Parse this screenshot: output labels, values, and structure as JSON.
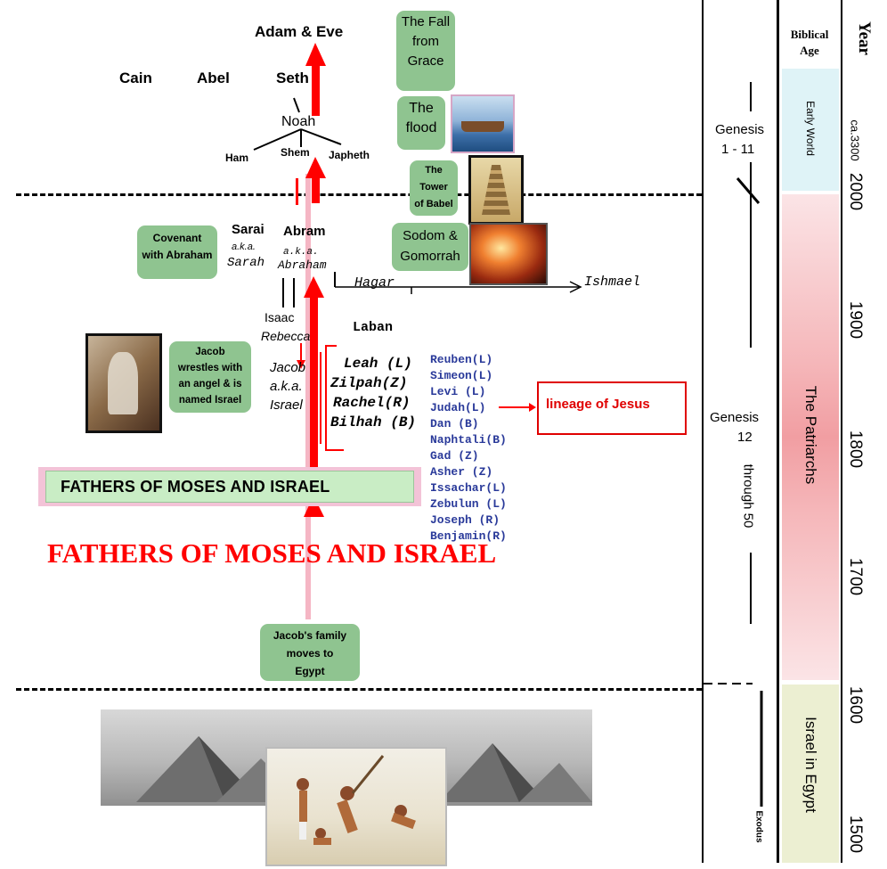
{
  "tree": {
    "adam_eve": "Adam & Eve",
    "cain": "Cain",
    "abel": "Abel",
    "seth": "Seth",
    "noah": "Noah",
    "ham": "Ham",
    "shem": "Shem",
    "japheth": "Japheth",
    "sarai": "Sarai",
    "sarai_aka": "a.k.a.",
    "sarah": "Sarah",
    "abram": "Abram",
    "abram_aka": "a.k.a.",
    "abraham": "Abraham",
    "hagar": "Hagar",
    "ishmael": "Ishmael",
    "isaac": "Isaac",
    "rebecca": "Rebecca",
    "laban": "Laban",
    "jacob": "Jacob",
    "jacob_aka": "a.k.a.",
    "israel": "Israel",
    "wives": [
      "Leah (L)",
      "Zilpah(Z)",
      "Rachel(R)",
      "Bilhah (B)"
    ],
    "sons": [
      "Reuben(L)",
      "Simeon(L)",
      "Levi (L)",
      "Judah(L)",
      "Dan (B)",
      "Naphtali(B)",
      "Gad (Z)",
      "Asher (Z)",
      "Issachar(L)",
      "Zebulun (L)",
      "Joseph (R)",
      "Benjamin(R)"
    ],
    "lineage": "lineage of Jesus"
  },
  "events": {
    "fall": [
      "The Fall",
      "from",
      "Grace"
    ],
    "flood": [
      "The",
      "flood"
    ],
    "tower": [
      "The",
      "Tower",
      "of Babel"
    ],
    "sodom": [
      "Sodom &",
      "Gomorrah"
    ],
    "covenant": [
      "Covenant",
      "with Abraham"
    ],
    "jacob_wrestles": [
      "Jacob",
      "wrestles with",
      "an angel & is",
      "named Israel"
    ],
    "family_egypt": [
      "Jacob's family",
      "moves to",
      "Egypt"
    ]
  },
  "banner": "FATHERS OF MOSES AND ISRAEL",
  "headline": "FATHERS OF MOSES AND ISRAEL",
  "timeline": {
    "genesis1_title": "Genesis",
    "genesis1_range": "1 - 11",
    "genesis12_title": "Genesis",
    "genesis12_num": "12",
    "genesis12_through": "through 50",
    "exodus": "Exodus",
    "header_age": "Biblical Age",
    "header_year": "Year",
    "ages": [
      "Early World",
      "The Patriarchs",
      "Israel in Egypt"
    ],
    "years": [
      "ca.3300",
      "2000",
      "1900",
      "1800",
      "1700",
      "1600",
      "1500"
    ]
  },
  "colors": {
    "arrow": "#ff0000",
    "green_box": "#8fc490",
    "early_world": "#dff3f7",
    "patriarchs": "#f5b6b9",
    "egypt": "#ecefd2",
    "son_text": "#2a3a9a"
  }
}
